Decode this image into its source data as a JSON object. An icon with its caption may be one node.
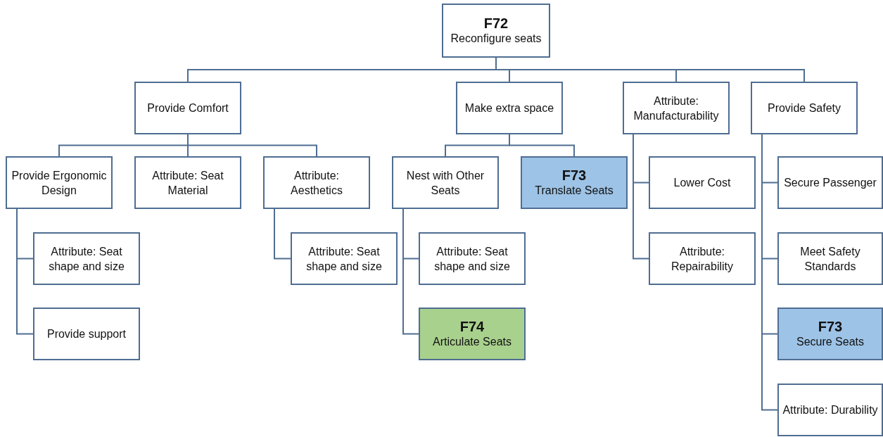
{
  "diagram": {
    "nodes": [
      {
        "text": [
          "F72",
          "Reconfigure seats"
        ]
      },
      {
        "text": [
          "Provide Comfort"
        ]
      },
      {
        "text": [
          "Make extra space"
        ]
      },
      {
        "text": [
          "Attribute: Manufacturability"
        ]
      },
      {
        "text": [
          "Provide Safety"
        ]
      },
      {
        "text": [
          "Provide Ergonomic Design"
        ]
      },
      {
        "text": [
          "Attribute: Seat Material"
        ]
      },
      {
        "text": [
          "Attribute: Aesthetics"
        ]
      },
      {
        "text": [
          "Nest with Other Seats"
        ]
      },
      {
        "text": [
          "F73",
          "Translate Seats"
        ]
      },
      {
        "text": [
          "Lower Cost"
        ]
      },
      {
        "text": [
          "Secure Passenger"
        ]
      },
      {
        "text": [
          "Attribute: Seat shape and size"
        ]
      },
      {
        "text": [
          "Attribute: Seat shape and size"
        ]
      },
      {
        "text": [
          "Attribute: Seat shape and size"
        ]
      },
      {
        "text": [
          "Attribute: Repairability"
        ]
      },
      {
        "text": [
          "Meet Safety Standards"
        ]
      },
      {
        "text": [
          "Provide support"
        ]
      },
      {
        "text": [
          "F74",
          "Articulate Seats"
        ]
      },
      {
        "text": [
          "F73",
          "Secure Seats"
        ]
      },
      {
        "text": [
          "Attribute: Durability"
        ]
      }
    ],
    "edges": [
      {
        "from": 0,
        "to": 1,
        "arrow": "none"
      },
      {
        "from": 0,
        "to": 2,
        "arrow": "none"
      },
      {
        "from": 0,
        "to": 3,
        "arrow": "none"
      },
      {
        "from": 0,
        "to": 4,
        "arrow": "none"
      },
      {
        "from": 1,
        "to": 5,
        "arrow": "none"
      },
      {
        "from": 1,
        "to": 6,
        "arrow": "none"
      },
      {
        "from": 1,
        "to": 7,
        "arrow": "none"
      },
      {
        "from": 2,
        "to": 8,
        "arrow": "none"
      },
      {
        "from": 2,
        "to": 9,
        "arrow": "none"
      },
      {
        "from": 3,
        "to": 10,
        "arrow": "none"
      },
      {
        "from": 3,
        "to": 15,
        "arrow": "none"
      },
      {
        "from": 4,
        "to": 11,
        "arrow": "none"
      },
      {
        "from": 4,
        "to": 16,
        "arrow": "none"
      },
      {
        "from": 4,
        "to": 19,
        "arrow": "none"
      },
      {
        "from": 4,
        "to": 20,
        "arrow": "none"
      },
      {
        "from": 5,
        "to": 12,
        "arrow": "none"
      },
      {
        "from": 5,
        "to": 17,
        "arrow": "none"
      },
      {
        "from": 7,
        "to": 13,
        "arrow": "none"
      },
      {
        "from": 8,
        "to": 14,
        "arrow": "none"
      },
      {
        "from": 8,
        "to": 18,
        "arrow": "none"
      }
    ]
  }
}
